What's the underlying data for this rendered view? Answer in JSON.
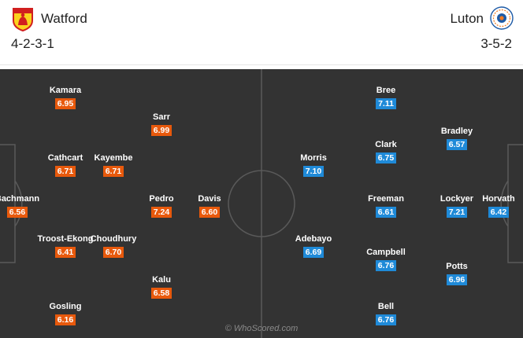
{
  "home": {
    "name": "Watford",
    "formation": "4-2-3-1",
    "crest_icon": "watford-crest-icon",
    "color": "#e8590c",
    "players": [
      {
        "name": "Kamara",
        "rating": "6.95"
      },
      {
        "name": "Sarr",
        "rating": "6.99"
      },
      {
        "name": "Cathcart",
        "rating": "6.71"
      },
      {
        "name": "Kayembe",
        "rating": "6.71"
      },
      {
        "name": "Bachmann",
        "rating": "6.56"
      },
      {
        "name": "Pedro",
        "rating": "7.24"
      },
      {
        "name": "Davis",
        "rating": "6.60"
      },
      {
        "name": "Troost-Ekong",
        "rating": "6.41"
      },
      {
        "name": "Choudhury",
        "rating": "6.70"
      },
      {
        "name": "Kalu",
        "rating": "6.58"
      },
      {
        "name": "Gosling",
        "rating": "6.16"
      }
    ]
  },
  "away": {
    "name": "Luton",
    "formation": "3-5-2",
    "crest_icon": "luton-crest-icon",
    "color": "#1f8ad8",
    "players": [
      {
        "name": "Bree",
        "rating": "7.11"
      },
      {
        "name": "Bradley",
        "rating": "6.57"
      },
      {
        "name": "Morris",
        "rating": "7.10"
      },
      {
        "name": "Clark",
        "rating": "6.75"
      },
      {
        "name": "Freeman",
        "rating": "6.61"
      },
      {
        "name": "Lockyer",
        "rating": "7.21"
      },
      {
        "name": "Horvath",
        "rating": "6.42"
      },
      {
        "name": "Adebayo",
        "rating": "6.69"
      },
      {
        "name": "Campbell",
        "rating": "6.76"
      },
      {
        "name": "Potts",
        "rating": "6.96"
      },
      {
        "name": "Bell",
        "rating": "6.76"
      }
    ]
  },
  "watermark": "© WhoScored.com",
  "pitch_color": "#333333"
}
